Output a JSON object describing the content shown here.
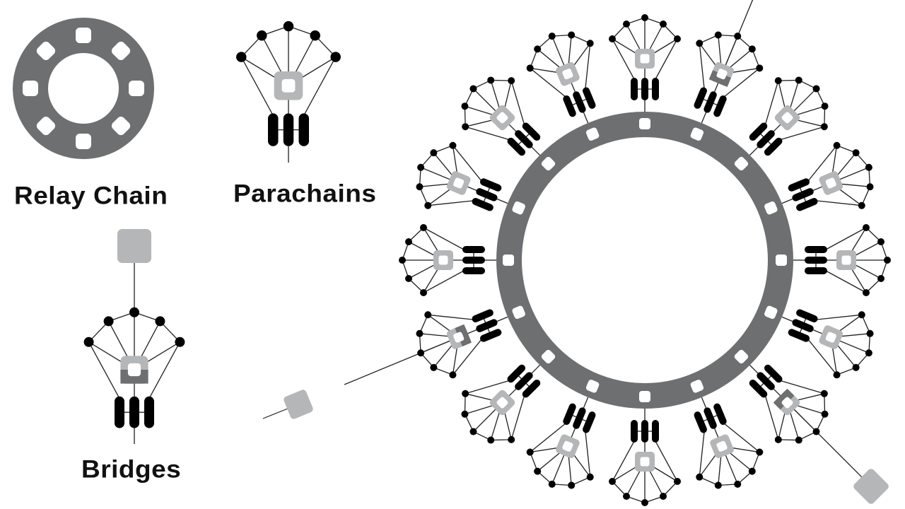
{
  "labels": {
    "relay_chain": "Relay Chain",
    "parachains": "Parachains",
    "bridges": "Bridges"
  },
  "diagram": {
    "parachain_count": 16,
    "relay_slot_count": 16,
    "bridged_parachain_indices": [
      1,
      6,
      11
    ]
  },
  "colors": {
    "relay": "#6d6f71",
    "parachain_block": "#b5b6b8",
    "bridge_dark": "#6d6f71",
    "node": "#000000"
  }
}
